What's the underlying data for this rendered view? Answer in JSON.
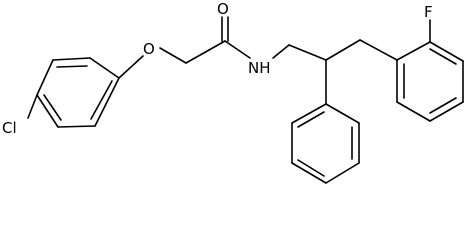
{
  "molecule": {
    "atoms": {
      "oxygen_ether": "O",
      "oxygen_carbonyl": "O",
      "nitrogen_amide": "NH",
      "chlorine": "Cl",
      "fluorine": "F"
    }
  }
}
